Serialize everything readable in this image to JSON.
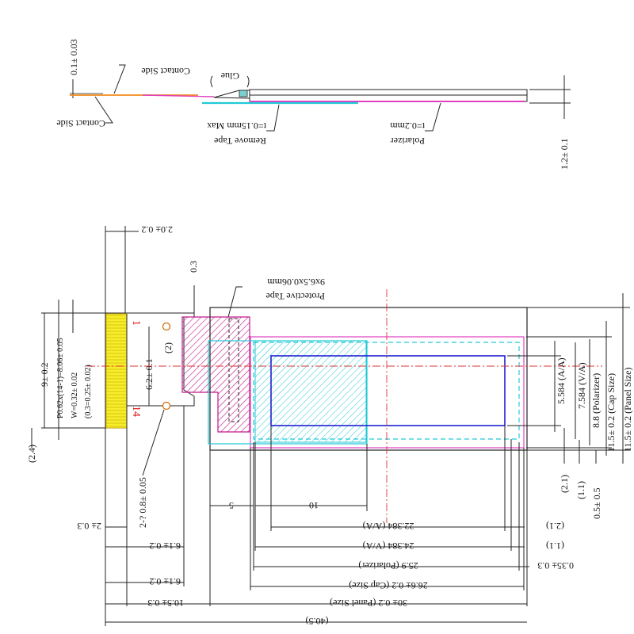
{
  "side_view": {
    "thickness_tol": "0.1± 0.03",
    "contact_side_top": "Contact Side",
    "contact_side_bottom": "Contact Side",
    "glue": "Glue",
    "remove_tape": "Remove Tape",
    "remove_tape_t": "t=0.15mm Max",
    "polarizer": "Polarizer",
    "polarizer_t": "t=0.2mm",
    "total_thickness": "1.2± 0.1"
  },
  "front_view": {
    "fpc_width": "2.0± 0.2",
    "dim_03": "0.3",
    "protective_tape": "Protective Tape",
    "protective_tape_size": "9x6.5x0.06mm",
    "pin_1": "1",
    "pin_14": "14",
    "pitch_62": "6.2± 0.1",
    "dim_2": "(2)",
    "pad_9": "9± 0.2",
    "pad_pitch": "P0.62x(14-1)=8.06± 0.05",
    "pad_w": "W=0.32± 0.02",
    "pad_tiny": "(0.3=0.25± 0.02)",
    "dim_24": "(2.4)",
    "hole": "2-? 0.8± 0.05",
    "aa_h": "5.584 (A/A)",
    "va_h": "7.584 (V/A)",
    "pol_h": "8.8 (Polarizer)",
    "cap_h": "11.5± 0.2 (Cap Size)",
    "panel_h": "11.5± 0.2 (Panel Size)",
    "dim_21v": "(2.1)",
    "dim_11v": "(1.1)",
    "dim_05": "0.5± 0.5",
    "dim_5": "5",
    "dim_10": "10",
    "aa_w": "22.384 (A/A)",
    "va_w": "24.384 (V/A)",
    "pol_w": "25.9 (Polarizer)",
    "cap_w": "26.6± 0.2 (Cap Size)",
    "panel_w": "30± 0.2 (Panel Size)",
    "total_w": "(40.5)",
    "dim_21h": "(2.1)",
    "dim_11h": "(1.1)",
    "dim_035": "0.35± 0.3",
    "dim_2_03": "2± 0.3",
    "dim_61a": "6.1± 0.2",
    "dim_61b": "6.1± 0.2",
    "dim_105": "10.5± 0.3"
  }
}
